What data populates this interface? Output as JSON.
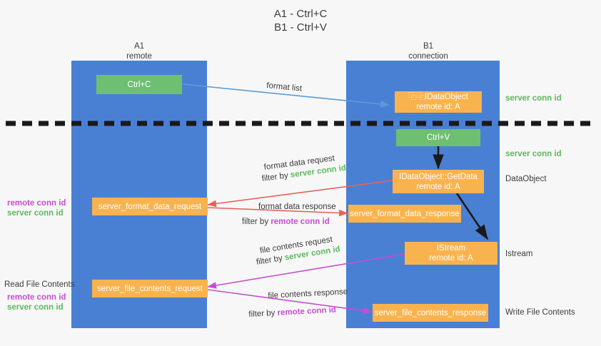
{
  "title": {
    "line1": "A1 - Ctrl+C",
    "line2": "B1 - Ctrl+V"
  },
  "colors": {
    "lane": "#4a80d4",
    "green_node": "#6fbf73",
    "orange_node": "#f9b34e",
    "server_conn": "#5db85d",
    "remote_conn": "#c64ed0",
    "arrow_blue": "#5b9bd5",
    "arrow_red": "#e8615b",
    "arrow_magenta": "#c64ed0",
    "arrow_black": "#1a1a1a",
    "background": "#f7f7f7",
    "text": "#3c3c3c"
  },
  "lanes": [
    {
      "name": "A1",
      "sub": "remote"
    },
    {
      "name": "B1",
      "sub": "connection"
    }
  ],
  "nodes": {
    "ctrl_c": {
      "label": "Ctrl+C"
    },
    "set_idataobject": {
      "line1": "⿻⿻IDataObject",
      "line2": "remote id: A"
    },
    "ctrl_v": {
      "label": "Ctrl+V"
    },
    "getdata": {
      "line1": "IDataObject::GetData",
      "line2": "remote id: A"
    },
    "istream": {
      "line1": "IStream",
      "line2": "remote id: A"
    },
    "server_format_data_request": {
      "label": "server_format_data_request"
    },
    "server_format_data_response": {
      "label": "server_format_data_response"
    },
    "server_file_contents_request": {
      "label": "server_file_contents_request"
    },
    "server_file_contents_response": {
      "label": "server_file_contents_response"
    }
  },
  "right_labels": {
    "server_conn_id_1": "server conn id",
    "server_conn_id_2": "server conn id",
    "dataobject": "DataObject",
    "istream": "Istream",
    "write_file_contents": "Write File Contents"
  },
  "left_labels": {
    "remote_conn_id_1": "remote conn id",
    "server_conn_id_1": "server conn id",
    "read_file_contents": "Read File Contents",
    "remote_conn_id_2": "remote conn id",
    "server_conn_id_2": "server conn id"
  },
  "edge_labels": {
    "format_list": "format list",
    "format_data_request": "format data request",
    "format_data_request_filter_prefix": "filter by ",
    "format_data_request_filter_value": "server conn id",
    "format_data_response": "format data response",
    "format_data_response_filter_prefix": "filter by ",
    "format_data_response_filter_value": "remote conn id",
    "file_contents_request": "file contents request",
    "file_contents_request_filter_prefix": "filter by ",
    "file_contents_request_filter_value": "server conn id",
    "file_contents_response": "file contents response",
    "file_contents_response_filter_prefix": "filter by ",
    "file_contents_response_filter_value": "remote conn id"
  }
}
